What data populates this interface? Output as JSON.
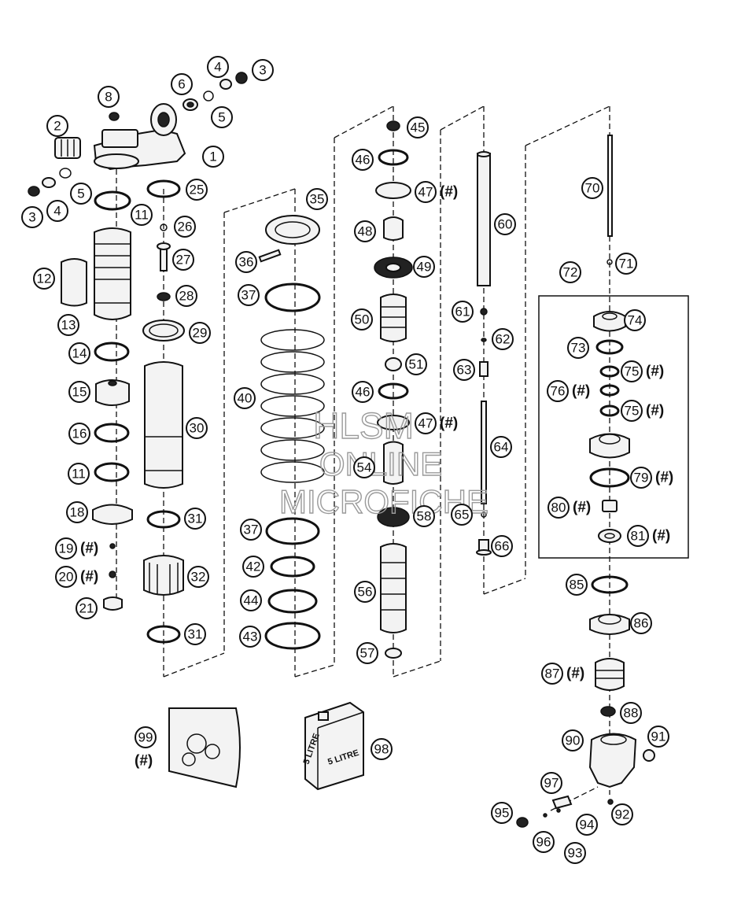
{
  "callouts": [
    {
      "id": "1",
      "num": "1"
    },
    {
      "id": "2",
      "num": "2"
    },
    {
      "id": "3a",
      "num": "3"
    },
    {
      "id": "4a",
      "num": "4"
    },
    {
      "id": "3b",
      "num": "3"
    },
    {
      "id": "4b",
      "num": "4"
    },
    {
      "id": "5a",
      "num": "5"
    },
    {
      "id": "5b",
      "num": "5"
    },
    {
      "id": "6",
      "num": "6"
    },
    {
      "id": "8",
      "num": "8"
    },
    {
      "id": "11a",
      "num": "11"
    },
    {
      "id": "11b",
      "num": "11"
    },
    {
      "id": "12",
      "num": "12"
    },
    {
      "id": "13",
      "num": "13"
    },
    {
      "id": "14",
      "num": "14"
    },
    {
      "id": "15",
      "num": "15"
    },
    {
      "id": "16",
      "num": "16"
    },
    {
      "id": "18",
      "num": "18"
    },
    {
      "id": "19",
      "num": "19",
      "hash": "(#)"
    },
    {
      "id": "20",
      "num": "20",
      "hash": "(#)"
    },
    {
      "id": "21",
      "num": "21"
    },
    {
      "id": "25",
      "num": "25"
    },
    {
      "id": "26",
      "num": "26"
    },
    {
      "id": "27",
      "num": "27"
    },
    {
      "id": "28",
      "num": "28"
    },
    {
      "id": "29",
      "num": "29"
    },
    {
      "id": "30",
      "num": "30"
    },
    {
      "id": "31a",
      "num": "31"
    },
    {
      "id": "31b",
      "num": "31"
    },
    {
      "id": "32",
      "num": "32"
    },
    {
      "id": "35",
      "num": "35"
    },
    {
      "id": "36",
      "num": "36"
    },
    {
      "id": "37a",
      "num": "37"
    },
    {
      "id": "37b",
      "num": "37"
    },
    {
      "id": "40",
      "num": "40"
    },
    {
      "id": "42",
      "num": "42"
    },
    {
      "id": "44",
      "num": "44"
    },
    {
      "id": "43",
      "num": "43"
    },
    {
      "id": "45",
      "num": "45"
    },
    {
      "id": "46a",
      "num": "46"
    },
    {
      "id": "47a",
      "num": "47",
      "hash": "(#)"
    },
    {
      "id": "48",
      "num": "48"
    },
    {
      "id": "49",
      "num": "49"
    },
    {
      "id": "50",
      "num": "50"
    },
    {
      "id": "51",
      "num": "51"
    },
    {
      "id": "46b",
      "num": "46"
    },
    {
      "id": "47b",
      "num": "47",
      "hash": "(#)"
    },
    {
      "id": "54",
      "num": "54"
    },
    {
      "id": "58",
      "num": "58"
    },
    {
      "id": "56",
      "num": "56"
    },
    {
      "id": "57",
      "num": "57"
    },
    {
      "id": "60",
      "num": "60"
    },
    {
      "id": "61",
      "num": "61"
    },
    {
      "id": "62",
      "num": "62"
    },
    {
      "id": "63",
      "num": "63"
    },
    {
      "id": "64",
      "num": "64"
    },
    {
      "id": "65",
      "num": "65"
    },
    {
      "id": "66",
      "num": "66"
    },
    {
      "id": "70",
      "num": "70"
    },
    {
      "id": "71",
      "num": "71"
    },
    {
      "id": "72",
      "num": "72"
    },
    {
      "id": "74",
      "num": "74"
    },
    {
      "id": "73",
      "num": "73"
    },
    {
      "id": "75a",
      "num": "75",
      "hash": "(#)"
    },
    {
      "id": "76",
      "num": "76",
      "hash": "(#)",
      "hashLeft": true
    },
    {
      "id": "75b",
      "num": "75",
      "hash": "(#)"
    },
    {
      "id": "79",
      "num": "79",
      "hash": "(#)"
    },
    {
      "id": "80",
      "num": "80",
      "hash": "(#)"
    },
    {
      "id": "81",
      "num": "81",
      "hash": "(#)"
    },
    {
      "id": "85",
      "num": "85"
    },
    {
      "id": "86",
      "num": "86"
    },
    {
      "id": "87",
      "num": "87",
      "hash": "(#)"
    },
    {
      "id": "88",
      "num": "88"
    },
    {
      "id": "90",
      "num": "90"
    },
    {
      "id": "91",
      "num": "91"
    },
    {
      "id": "92",
      "num": "92"
    },
    {
      "id": "97",
      "num": "97"
    },
    {
      "id": "95",
      "num": "95"
    },
    {
      "id": "94",
      "num": "94"
    },
    {
      "id": "96",
      "num": "96"
    },
    {
      "id": "93",
      "num": "93"
    },
    {
      "id": "99",
      "num": "99",
      "hash": "(#)"
    },
    {
      "id": "98",
      "num": "98"
    }
  ],
  "watermark": {
    "line1": "HLSM",
    "line2": "ONLINE",
    "line3": "MICROFICHE"
  },
  "oil_can": {
    "label": "5 LITRE",
    "label_side": "5 LITRE"
  }
}
